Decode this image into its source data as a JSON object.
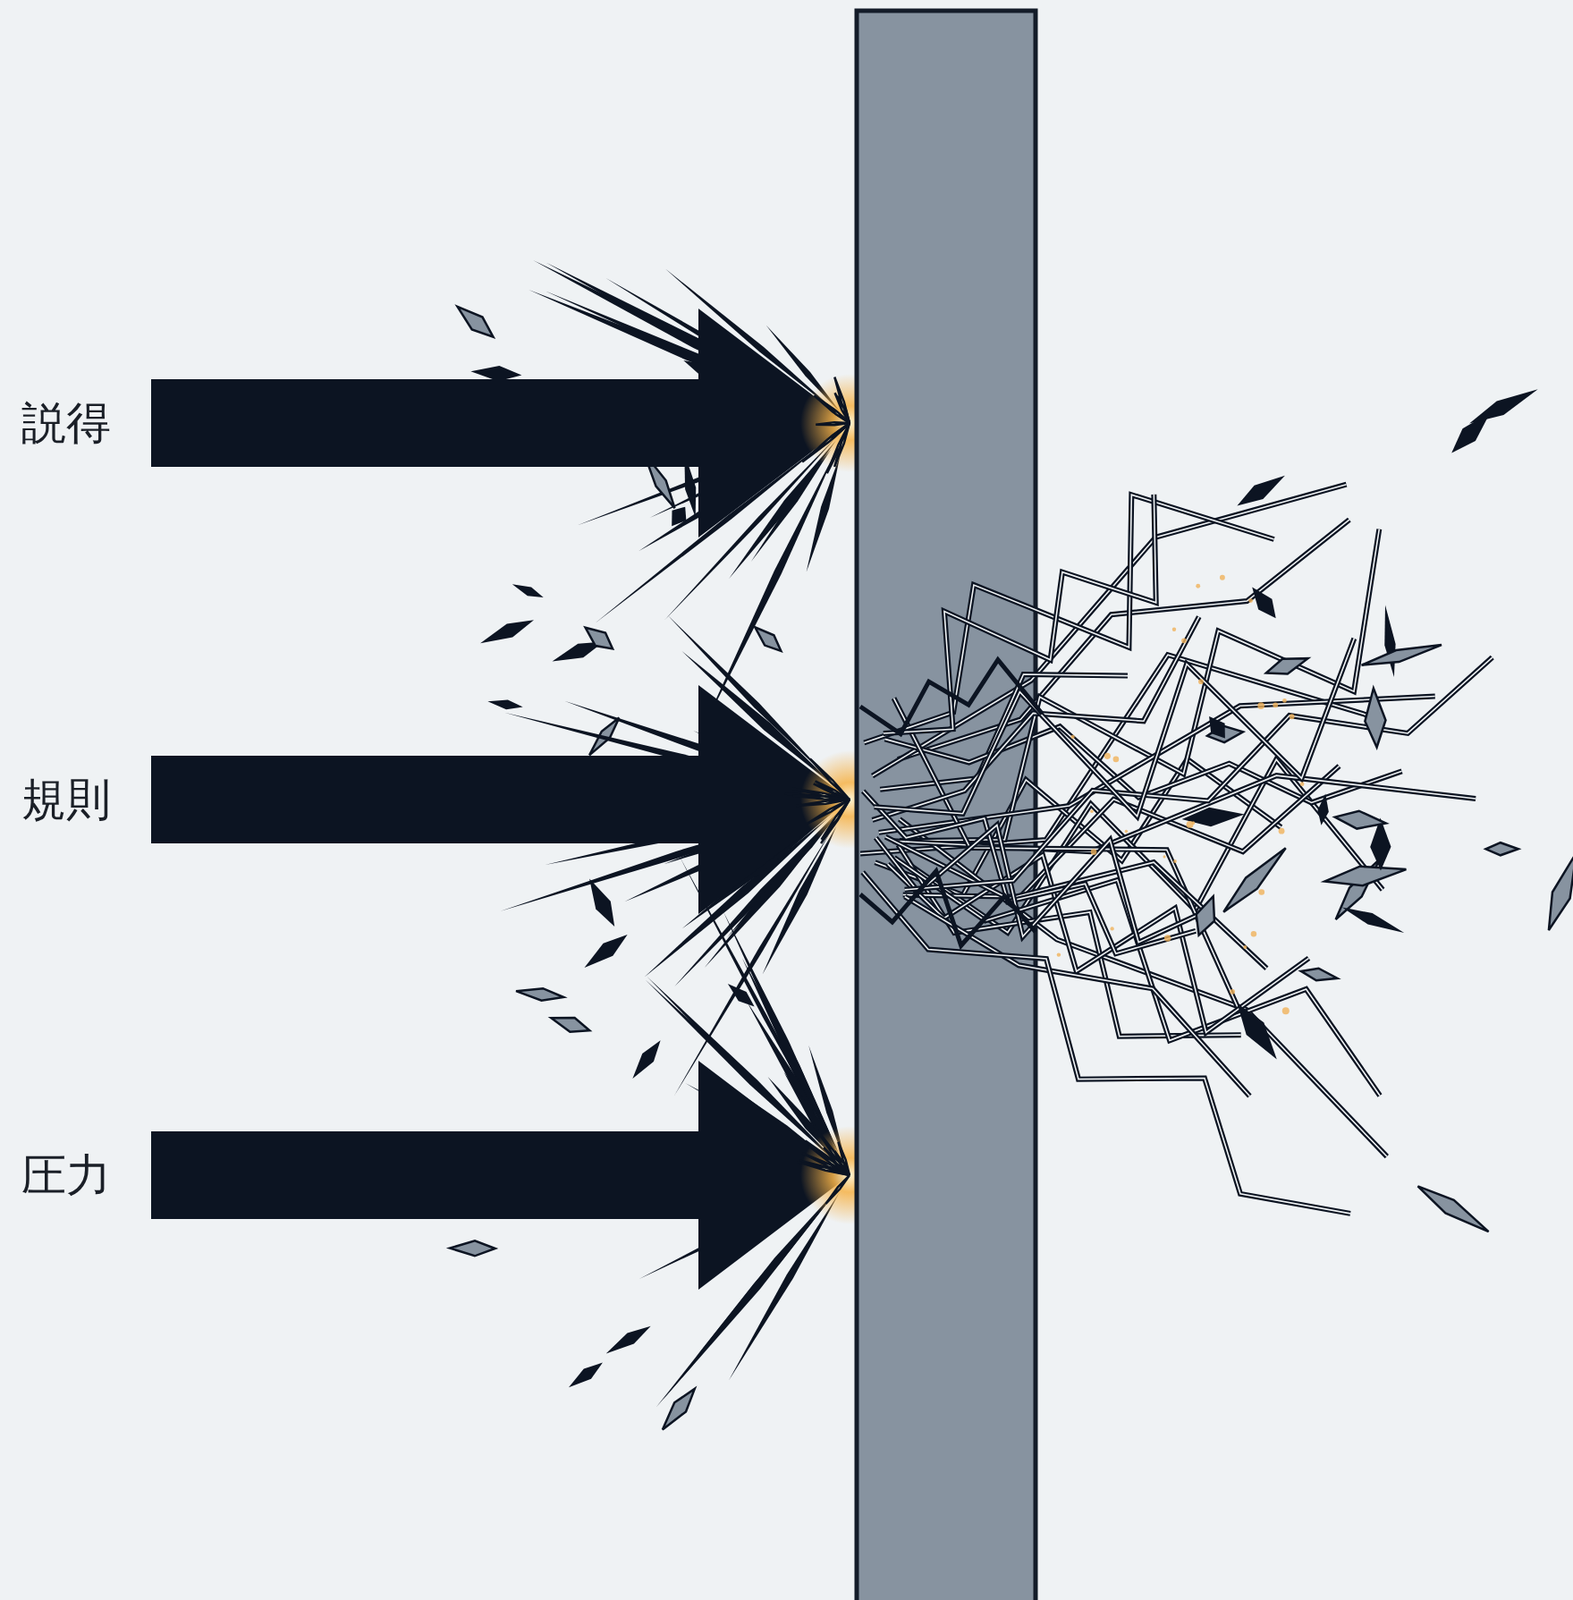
{
  "diagram": {
    "labels": [
      "説得",
      "規則",
      "圧力"
    ]
  }
}
